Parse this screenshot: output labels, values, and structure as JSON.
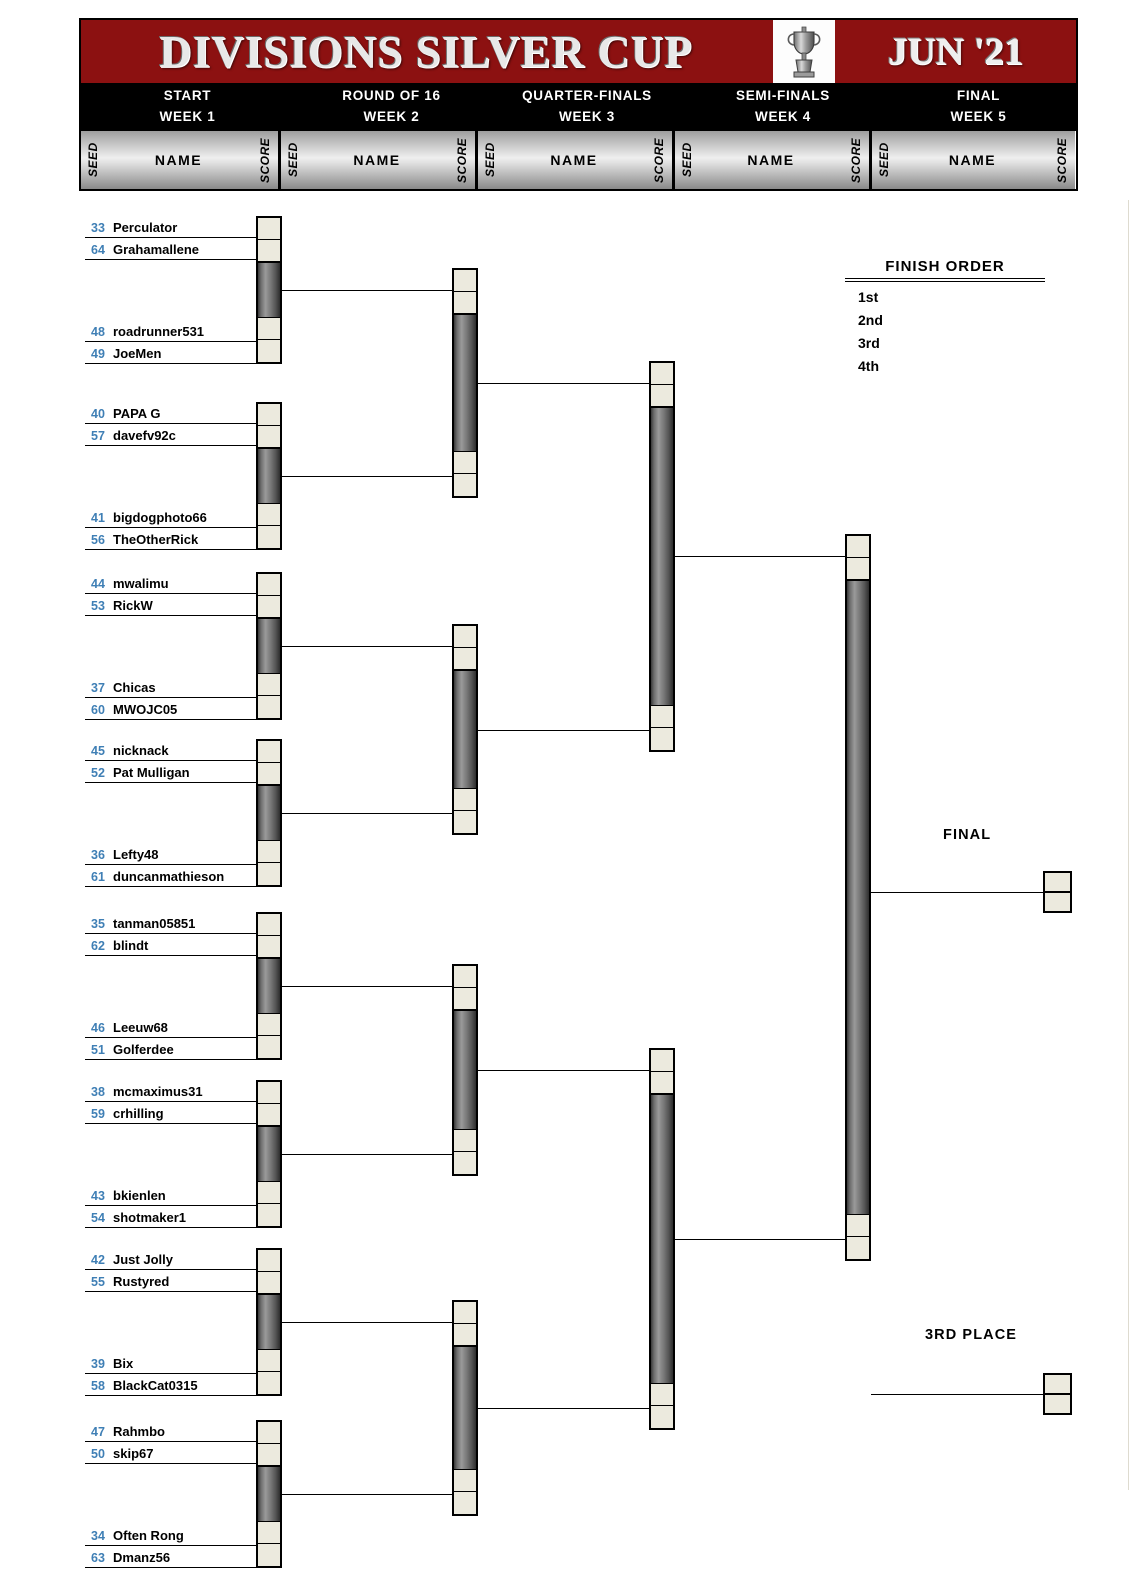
{
  "banner": {
    "title": "DIVISIONS SILVER CUP",
    "date": "JUN '21",
    "trophy_icon": "trophy-icon"
  },
  "rounds": [
    {
      "name": "START",
      "week": "WEEK 1"
    },
    {
      "name": "ROUND OF 16",
      "week": "WEEK 2"
    },
    {
      "name": "QUARTER-FINALS",
      "week": "WEEK 3"
    },
    {
      "name": "SEMI-FINALS",
      "week": "WEEK 4"
    },
    {
      "name": "FINAL",
      "week": "WEEK 5"
    }
  ],
  "column_headers": {
    "seed": "SEED",
    "name": "NAME",
    "score": "SCORE"
  },
  "finish_order": {
    "title": "FINISH ORDER",
    "places": [
      "1st",
      "2nd",
      "3rd",
      "4th"
    ]
  },
  "labels": {
    "final": "FINAL",
    "third_place": "3RD PLACE"
  },
  "colors": {
    "banner_bg": "#8c1111",
    "seed_text": "#3f7fb5",
    "score_cell": "#eceade",
    "header_strip": "#000000"
  },
  "participants": [
    {
      "seed": "33",
      "name": "Perculator"
    },
    {
      "seed": "64",
      "name": "Grahamallene"
    },
    {
      "seed": "48",
      "name": "roadrunner531"
    },
    {
      "seed": "49",
      "name": "JoeMen"
    },
    {
      "seed": "40",
      "name": "PAPA G"
    },
    {
      "seed": "57",
      "name": "davefv92c"
    },
    {
      "seed": "41",
      "name": "bigdogphoto66"
    },
    {
      "seed": "56",
      "name": "TheOtherRick"
    },
    {
      "seed": "44",
      "name": "mwalimu"
    },
    {
      "seed": "53",
      "name": "RickW"
    },
    {
      "seed": "37",
      "name": "Chicas"
    },
    {
      "seed": "60",
      "name": "MWOJC05"
    },
    {
      "seed": "45",
      "name": "nicknack"
    },
    {
      "seed": "52",
      "name": "Pat Mulligan"
    },
    {
      "seed": "36",
      "name": "Lefty48"
    },
    {
      "seed": "61",
      "name": "duncanmathieson"
    },
    {
      "seed": "35",
      "name": "tanman05851"
    },
    {
      "seed": "62",
      "name": "blindt"
    },
    {
      "seed": "46",
      "name": "Leeuw68"
    },
    {
      "seed": "51",
      "name": "Golferdee"
    },
    {
      "seed": "38",
      "name": "mcmaximus31"
    },
    {
      "seed": "59",
      "name": "crhilling"
    },
    {
      "seed": "43",
      "name": "bkienlen"
    },
    {
      "seed": "54",
      "name": "shotmaker1"
    },
    {
      "seed": "42",
      "name": "Just Jolly"
    },
    {
      "seed": "55",
      "name": "Rustyred"
    },
    {
      "seed": "39",
      "name": "Bix"
    },
    {
      "seed": "58",
      "name": "BlackCat0315"
    },
    {
      "seed": "47",
      "name": "Rahmbo"
    },
    {
      "seed": "50",
      "name": "skip67"
    },
    {
      "seed": "34",
      "name": "Often Rong"
    },
    {
      "seed": "63",
      "name": "Dmanz56"
    }
  ]
}
